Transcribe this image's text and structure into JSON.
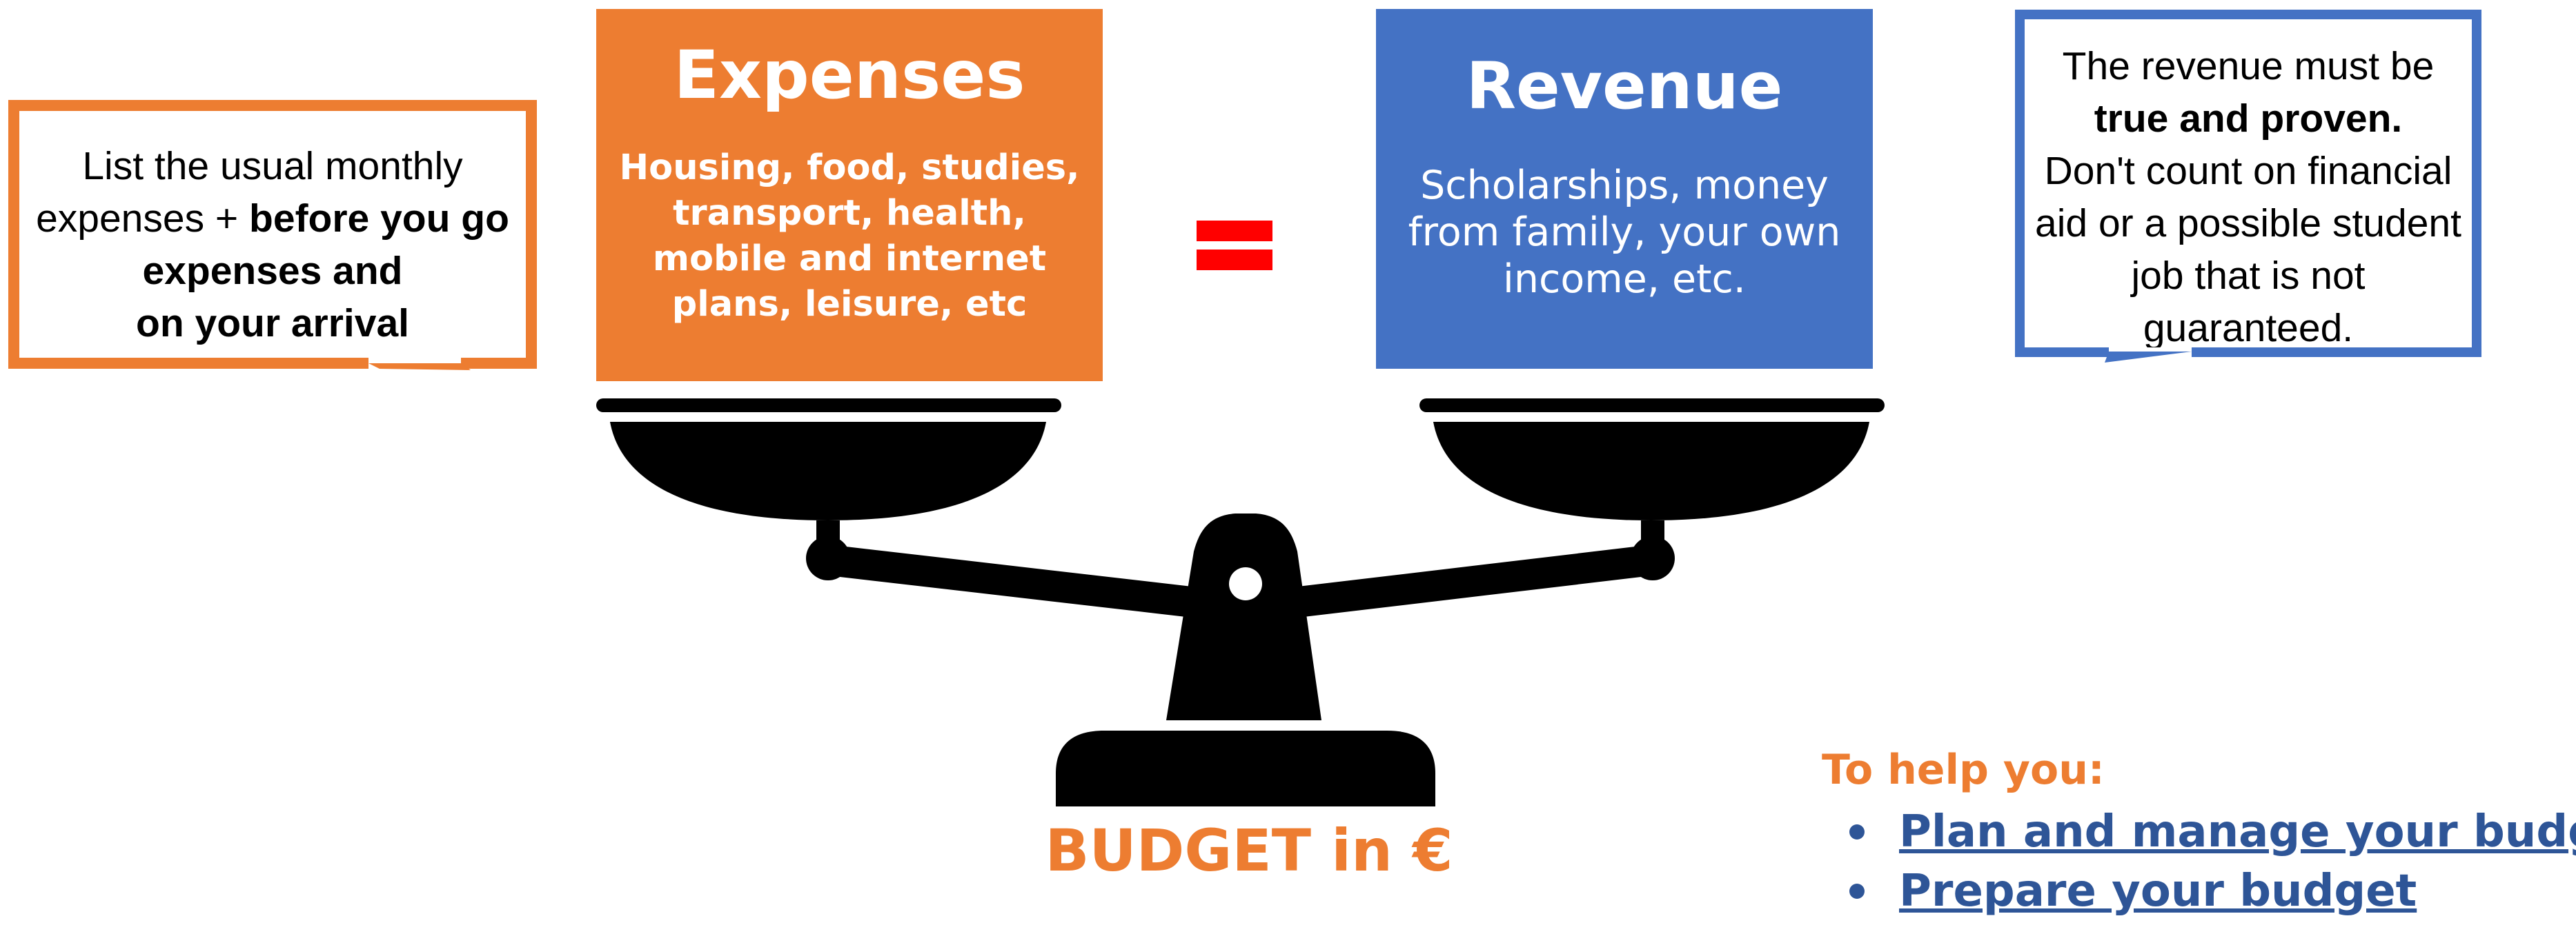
{
  "colors": {
    "orange": "#ed7d31",
    "blue": "#4472c4",
    "equals_red": "#ff0000",
    "link_blue": "#2e5597",
    "scale_black": "#000000"
  },
  "left_note": {
    "line1": "List the usual monthly",
    "line2_normal": "expenses + ",
    "line2_bold": "before you go",
    "line3_bold": "expenses and",
    "line4_bold": "on your arrival"
  },
  "expenses": {
    "title": "Expenses",
    "body": "Housing, food, studies, transport, health, mobile and internet plans, leisure, etc"
  },
  "equals_symbol": "=",
  "revenue": {
    "title": "Revenue",
    "body": "Scholarships, money from family, your own income, etc."
  },
  "right_note": {
    "line1": "The revenue must be",
    "line2_bold": "true and proven.",
    "line3": "Don't count on financial aid or a possible student job that is not guaranteed."
  },
  "scale_icon": "balance-scale-icon",
  "budget_label": "BUDGET in €",
  "help": {
    "title": "To help you:",
    "links": [
      {
        "label": "Plan and manage your budget"
      },
      {
        "label": "Prepare your budget"
      }
    ]
  }
}
